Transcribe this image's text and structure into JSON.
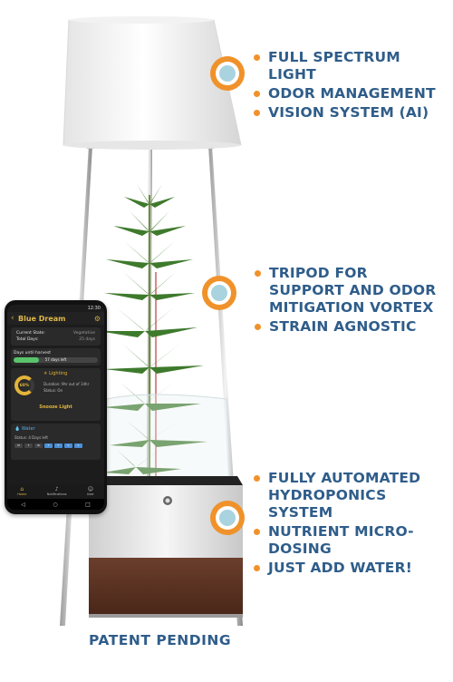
{
  "features": {
    "top": [
      "Full Spectrum Light",
      "Odor Management",
      "Vision System (AI)"
    ],
    "middle": [
      "Tripod for Support and Odor Mitigation Vortex",
      "Strain Agnostic"
    ],
    "bottom": [
      "Fully Automated Hydroponics System",
      "Nutrient Micro-Dosing",
      "Just Add Water!"
    ]
  },
  "patent": "Patent Pending",
  "phone": {
    "status_time": "12:30",
    "title": "Blue Dream",
    "current_state_label": "Current State:",
    "current_state_value": "Vegetative",
    "total_days_label": "Total Days:",
    "total_days_value": "25 days",
    "harvest_label": "Days until harvest",
    "harvest_value": "57 days left",
    "harvest_progress": 0.3,
    "lighting_label": "Lighting",
    "lighting_percent": "60%",
    "lighting_duration": "Duration: 9hr out of 14hr",
    "lighting_status": "Status: On",
    "snooze": "Snooze Light",
    "water_label": "Water",
    "water_status": "Status: 4 Days left",
    "days": [
      "M",
      "T",
      "W",
      "T",
      "F",
      "S",
      "S"
    ],
    "tabs": [
      "Home",
      "Notifications",
      "User"
    ]
  },
  "colors": {
    "accent_orange": "#f0922b",
    "text_blue": "#2f5d8a",
    "app_gold": "#e3b43a"
  }
}
